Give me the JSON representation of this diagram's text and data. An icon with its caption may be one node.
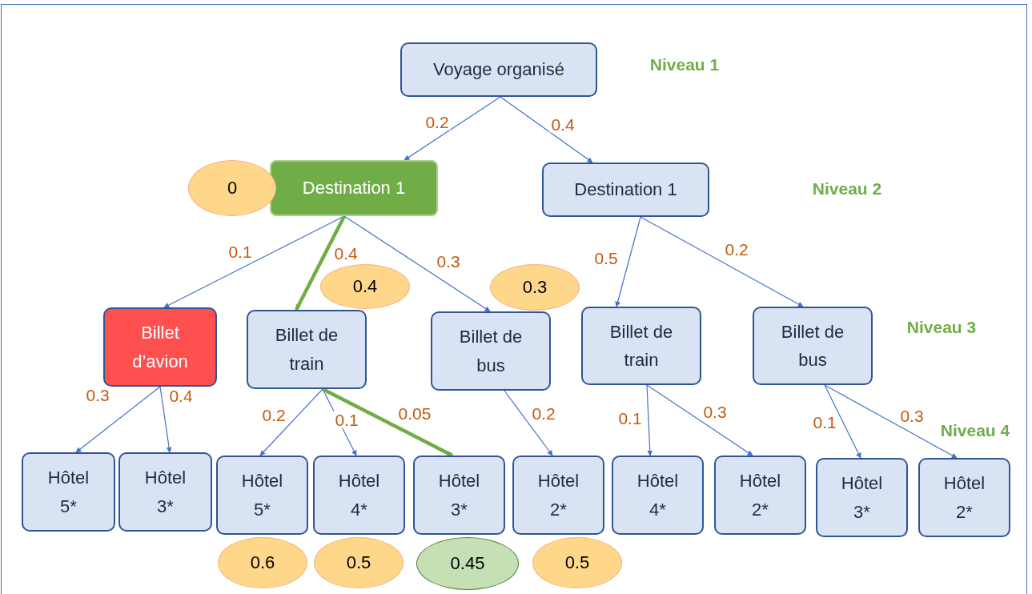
{
  "diagram": {
    "nodes": [
      {
        "text": [
          "Voyage organisé"
        ]
      },
      {
        "text": [
          "Destination 1"
        ]
      },
      {
        "text": [
          "Destination 1"
        ]
      },
      {
        "text": [
          "Billet d’avion"
        ]
      },
      {
        "text": [
          "Billet de train"
        ]
      },
      {
        "text": [
          "Billet de bus"
        ]
      },
      {
        "text": [
          "Billet de train"
        ]
      },
      {
        "text": [
          "Billet de bus"
        ]
      },
      {
        "text": [
          "Hôtel 5*"
        ]
      },
      {
        "text": [
          "Hôtel 3*"
        ]
      },
      {
        "text": [
          "Hôtel 5*"
        ]
      },
      {
        "text": [
          "Hôtel 4*"
        ]
      },
      {
        "text": [
          "Hôtel 3*"
        ]
      },
      {
        "text": [
          "Hôtel 2*"
        ]
      },
      {
        "text": [
          "Hôtel 4*"
        ]
      },
      {
        "text": [
          "Hôtel 2*"
        ]
      },
      {
        "text": [
          "Hôtel 3*"
        ]
      },
      {
        "text": [
          "Hôtel 2*"
        ]
      },
      {
        "text": [
          "0"
        ]
      },
      {
        "text": [
          "0.4"
        ]
      },
      {
        "text": [
          "0.3"
        ]
      },
      {
        "text": [
          "0.6"
        ]
      },
      {
        "text": [
          "0.5"
        ]
      },
      {
        "text": [
          "0.45"
        ]
      },
      {
        "text": [
          "0.5"
        ]
      }
    ],
    "edges": [
      {
        "from": 0,
        "to": 1,
        "arrow": "to",
        "label": "0.2"
      },
      {
        "from": 0,
        "to": 2,
        "arrow": "to",
        "label": "0.4"
      },
      {
        "from": 1,
        "to": 3,
        "arrow": "to",
        "label": "0.1"
      },
      {
        "from": 1,
        "to": 4,
        "arrow": "to",
        "label": "0.4",
        "style": "thick",
        "color": "#70ad47"
      },
      {
        "from": 1,
        "to": 5,
        "arrow": "to",
        "label": "0.3"
      },
      {
        "from": 2,
        "to": 6,
        "arrow": "to",
        "label": "0.5"
      },
      {
        "from": 2,
        "to": 7,
        "arrow": "to",
        "label": "0.2"
      },
      {
        "from": 3,
        "to": 8,
        "arrow": "to",
        "label": "0.3"
      },
      {
        "from": 3,
        "to": 9,
        "arrow": "to",
        "label": "0.4"
      },
      {
        "from": 4,
        "to": 10,
        "arrow": "to",
        "label": "0.2"
      },
      {
        "from": 4,
        "to": 11,
        "arrow": "to",
        "label": "0.1"
      },
      {
        "from": 4,
        "to": 12,
        "arrow": "to",
        "label": "0.05",
        "style": "thick",
        "color": "#70ad47"
      },
      {
        "from": 5,
        "to": 13,
        "arrow": "to",
        "label": "0.2"
      },
      {
        "from": 6,
        "to": 14,
        "arrow": "to",
        "label": "0.1"
      },
      {
        "from": 6,
        "to": 15,
        "arrow": "to",
        "label": "0.3"
      },
      {
        "from": 7,
        "to": 16,
        "arrow": "to",
        "label": "0.1"
      },
      {
        "from": 7,
        "to": 17,
        "arrow": "to",
        "label": "0.3"
      }
    ],
    "labels": [
      "Niveau 1",
      "Niveau 2",
      "Niveau 3",
      "Niveau 4"
    ]
  }
}
